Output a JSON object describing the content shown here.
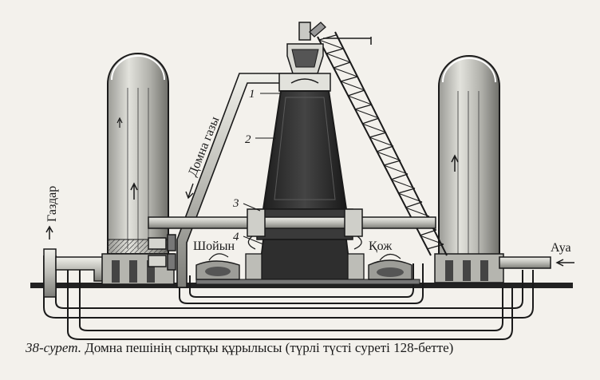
{
  "labels": {
    "gas_exit": "Газдар",
    "furnace_gas": "Домна газы",
    "iron": "Шойын",
    "slag": "Қож",
    "air": "Ауа"
  },
  "callouts": [
    "1",
    "2",
    "3",
    "4"
  ],
  "caption": {
    "figure": "38-сурет.",
    "text": " Домна пешінің сыртқы құрылысы (түрлі түсті суреті 128-бетте)"
  },
  "colors": {
    "ink": "#1a1a1a",
    "paper": "#f3f1ec",
    "furnace_dark": "#2b2b2b",
    "metal_light": "#c9c9c4",
    "metal_mid": "#8d8d88"
  }
}
